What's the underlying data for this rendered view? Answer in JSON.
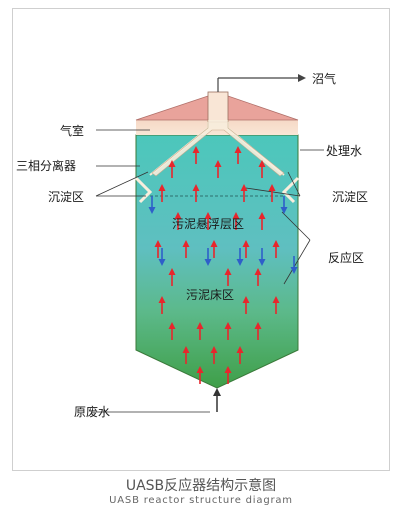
{
  "labels": {
    "biogas": "沼气",
    "gas_chamber": "气室",
    "three_phase_separator": "三相分离器",
    "treated_water": "处理水",
    "settling_zone_left": "沉淀区",
    "settling_zone_right": "沉淀区",
    "sludge_suspension_zone": "污泥悬浮层区",
    "reaction_zone": "反应区",
    "sludge_bed_zone": "污泥床区",
    "raw_wastewater": "原废水"
  },
  "caption": {
    "chinese": "UASB反应器结构示意图",
    "english": "UASB reactor structure diagram"
  },
  "colors": {
    "up_arrow": "#e8262c",
    "down_arrow": "#2e5fc9",
    "roof": "#e9a39b",
    "gas_space": "#f7dccb",
    "liquid_top": "#4fc8b8",
    "liquid_bottom": "#3aa04a"
  }
}
